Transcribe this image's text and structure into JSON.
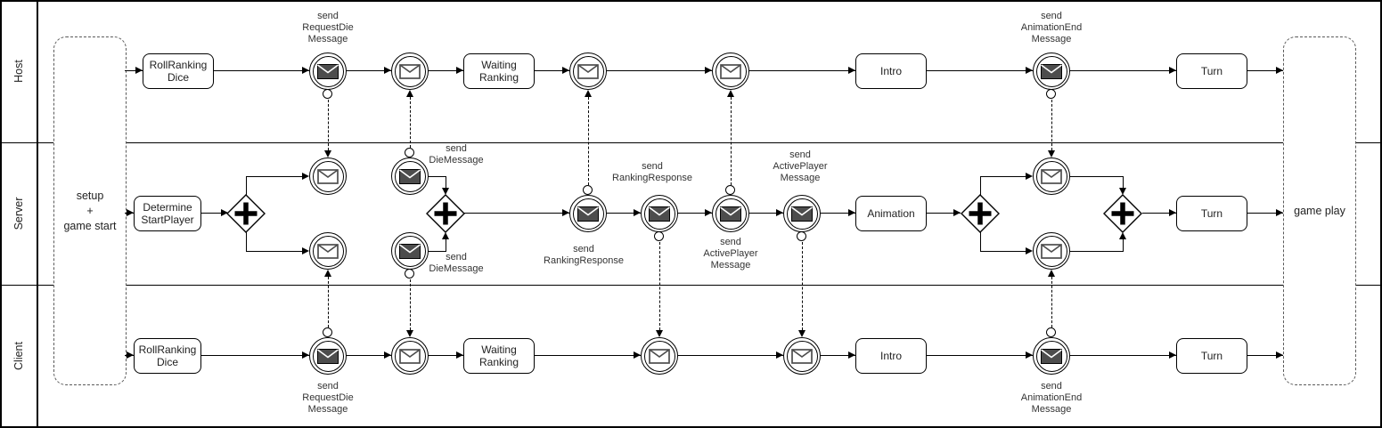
{
  "lanes": {
    "host": "Host",
    "server": "Server",
    "client": "Client"
  },
  "milestones": {
    "setup": "setup\n+\ngame start",
    "game_play": "game play"
  },
  "tasks": {
    "roll_ranking_dice": "RollRanking Dice",
    "determine_start_player": "Determine StartPlayer",
    "waiting_ranking": "Waiting Ranking",
    "intro": "Intro",
    "animation": "Animation",
    "turn": "Turn"
  },
  "messages": {
    "request_die": "send\nRequestDie\nMessage",
    "die": "send\nDieMessage",
    "ranking_response": "send\nRankingResponse",
    "active_player": "send\nActivePlayer\nMessage",
    "animation_end": "send\nAnimationEnd\nMessage"
  },
  "colors": {
    "stroke": "#000000",
    "throw_event_fill": "#4d4d4d",
    "background": "#ffffff"
  }
}
